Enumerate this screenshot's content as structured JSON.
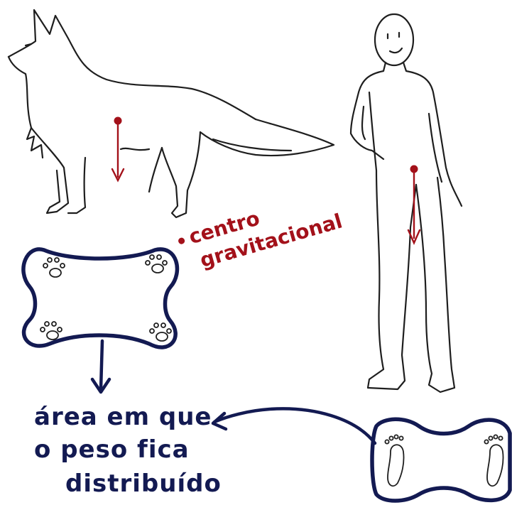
{
  "labels": {
    "centro_line1": "centro",
    "centro_line2": "gravitacional",
    "area_line1": "área em que",
    "area_line2": "o peso fica",
    "area_line3": "distribuído"
  },
  "colors": {
    "gravity_red": "#a3111a",
    "outline_navy": "#131a52",
    "sketch_black": "#1e1e1e",
    "background": "#ffffff"
  },
  "icons": {
    "dog": "dog-sketch",
    "human": "human-sketch",
    "paws": "paw-print-icon",
    "feet": "footprint-icon"
  }
}
